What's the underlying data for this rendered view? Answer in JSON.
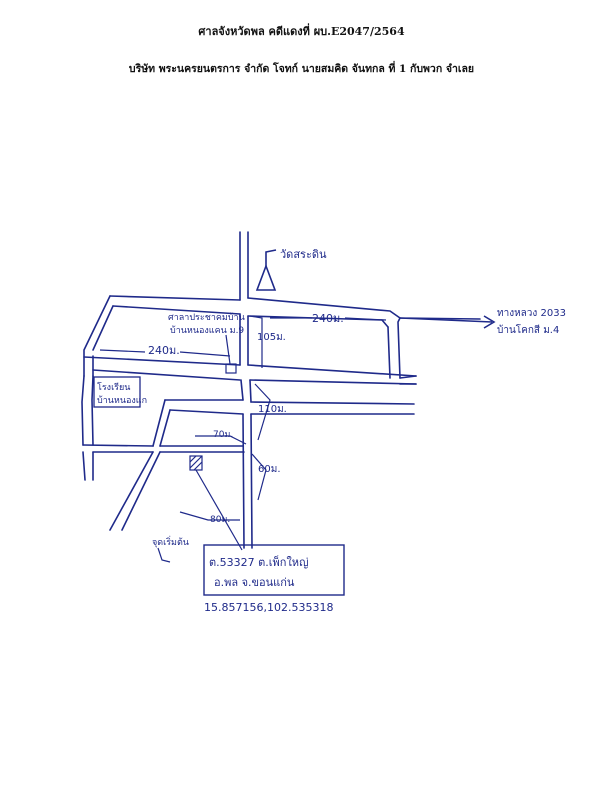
{
  "header": {
    "court_line": "ศาลจังหวัดพล คดีแดงที่ ผบ.E2047/2564",
    "parties_line": "บริษัท พระนครยนตรการ จำกัด โจทก์ นายสมคิด จันทกล ที่ 1 กับพวก จำเลย"
  },
  "map": {
    "ink_color": "#1f2a8a",
    "labels": {
      "temple": "วัดสระดิน",
      "highway_line1": "ทางหลวง 2033",
      "highway_line2": "บ้านโคกสี ม.4",
      "village_hall_line1": "ศาลาประชาคมบ้าน",
      "village_hall_line2": "บ้านหนองแคน ม.9",
      "school_line1": "โรงเรียน",
      "school_line2": "บ้านหนองแก",
      "start_point": "จุดเริ่มต้น"
    },
    "distances": {
      "top_right": "240ม.",
      "middle_left": "240ม.",
      "vertical_top": "105ม.",
      "vertical_mid": "110ม.",
      "horizontal_short": "70ม.",
      "vertical_low": "60ม.",
      "diagonal_bottom": "80ม."
    },
    "parcel_box": {
      "line1": "ต.53327 ต.เพ็กใหญ่",
      "line2": "อ.พล จ.ขอนแก่น",
      "coordinates": "15.857156,102.535318"
    }
  }
}
